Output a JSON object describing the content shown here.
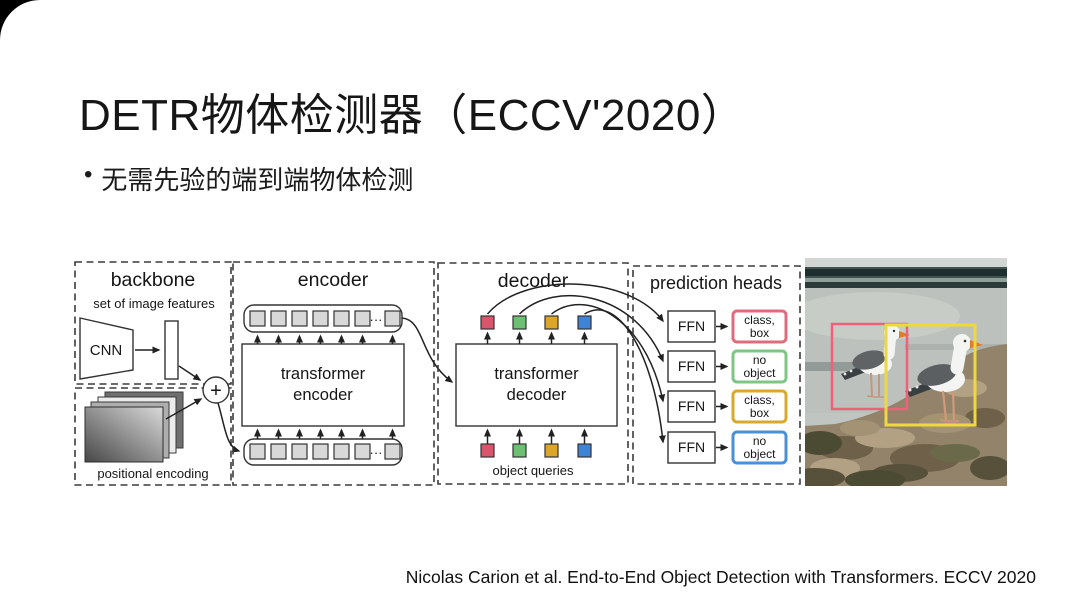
{
  "slide": {
    "title": "DETR物体检测器（ECCV'2020）",
    "bullet_marker": "•",
    "bullet": "无需先验的端到端物体检测",
    "citation": "Nicolas Carion et al. End-to-End Object Detection with Transformers. ECCV 2020"
  },
  "diagram": {
    "backbone": {
      "title": "backbone",
      "features_label": "set of image features",
      "cnn_label": "CNN",
      "plus_label": "+",
      "positional_label": "positional encoding"
    },
    "encoder": {
      "title": "encoder",
      "box_line1": "transformer",
      "box_line2": "encoder",
      "ellipsis": "···"
    },
    "decoder": {
      "title": "decoder",
      "box_line1": "transformer",
      "box_line2": "decoder",
      "queries_label": "object queries",
      "query_colors": [
        "#d8566b",
        "#6dbf73",
        "#dca62a",
        "#3f83d4"
      ]
    },
    "prediction": {
      "title": "prediction heads",
      "ffn_label": "FFN",
      "outputs": [
        {
          "line1": "class,",
          "line2": "box",
          "color": "#e06b7c"
        },
        {
          "line1": "no",
          "line2": "object",
          "color": "#7fc584"
        },
        {
          "line1": "class,",
          "line2": "box",
          "color": "#d9a92c"
        },
        {
          "line1": "no",
          "line2": "object",
          "color": "#4b90d6"
        }
      ]
    },
    "photo": {
      "alt": "two seagulls on rocks with detection bounding boxes",
      "box_colors": {
        "left": "#f06078",
        "right": "#efd83a"
      }
    }
  }
}
